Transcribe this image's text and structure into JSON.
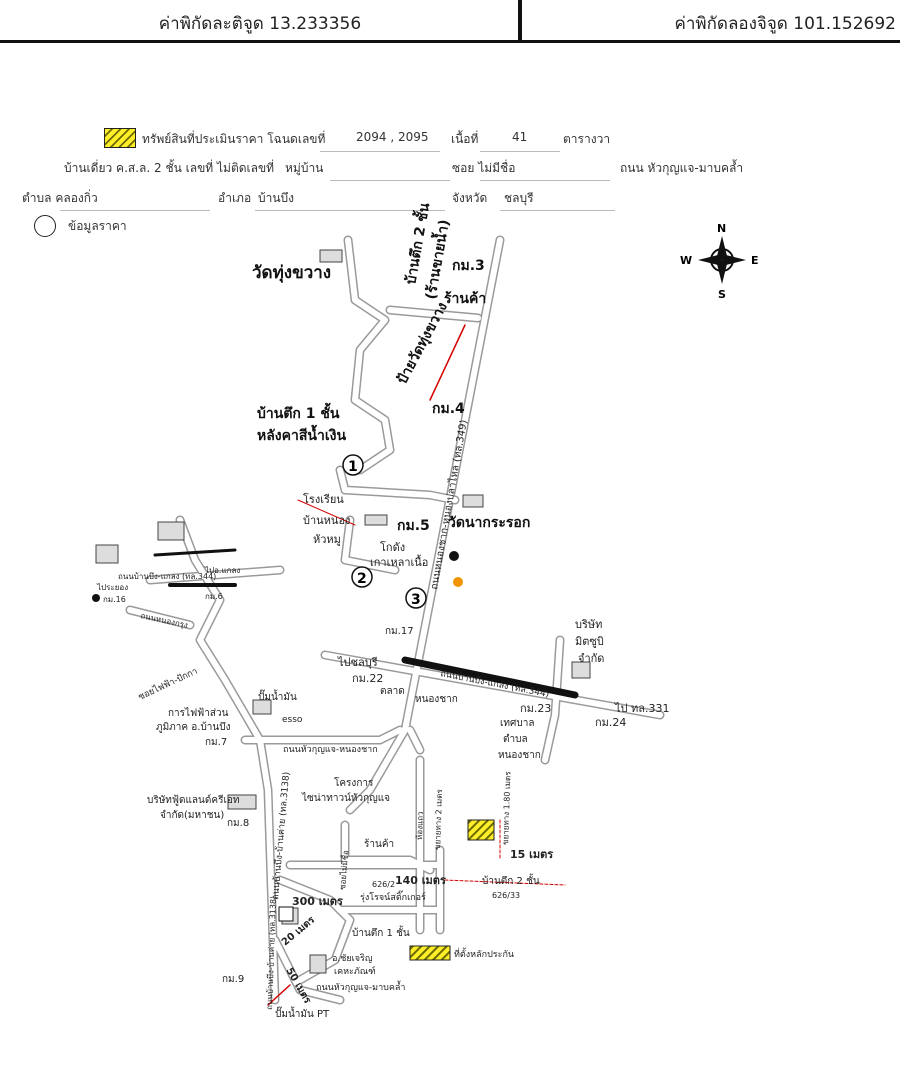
{
  "header": {
    "latitude": "ค่าพิกัดละติจูด 13.233356",
    "longitude": "ค่าพิกัดลองจิจูด 101.152692"
  },
  "form": {
    "asset_label": "ทรัพย์สินที่ประเมินราคา โฉนดเลขที่",
    "deed_numbers": "2094 , 2095",
    "area_label": "เนื้อที่",
    "area_value": "41",
    "area_unit": "ตารางวา",
    "house_desc": "บ้านเดี่ยว ค.ส.ล. 2 ชั้น เลขที่ ไม่ติดเลขที่",
    "village_label": "หมู่บ้าน",
    "soi": "ซอย ไม่มีชื่อ",
    "road": "ถนน หัวกุญแจ-มาบคล้ำ",
    "subdistrict": "ตำบล คลองกิ่ว",
    "district_label": "อำเภอ",
    "district_value": "บ้านบึง",
    "province_label": "จังหวัด",
    "province_value": "ชลบุรี",
    "price_info": "ข้อมูลราคา"
  },
  "compass": {
    "n": "N",
    "s": "S",
    "e": "E",
    "w": "W"
  },
  "map_labels": {
    "wat_thung_khwang": "วัดทุ่งขวาง",
    "house_2_floor_shop": "บ้านตึก 2 ชั้น",
    "shop_paren": "(ร้านขายน้ำ)",
    "km3": "กม.3",
    "shop": "ร้านค้า",
    "sign_wat": "ป้ายวัดทุ่งขวาง",
    "km4": "กม.4",
    "house_1_floor": "บ้านตึก 1 ชั้น",
    "blue_roof": "หลังคาสีน้ำเงิน",
    "marker1": "1",
    "road_349": "ถนนหนองชาก-หนองปลาไหล (ทล.349)",
    "school": "โรงเรียน",
    "school2": "บ้านหนอง",
    "school3": "หัวหมู",
    "wat_na_krarok": "วัดนากระรอก",
    "km5": "กม.5",
    "godown": "โกดัง",
    "godown2": "เกาเหลาเนื้อ",
    "marker2": "2",
    "marker3": "3",
    "road_344_top": "ถนนบ้านบึง-แกลง (ทล.344)",
    "to_klaeng": "ไปอ.แกลง",
    "to_rayong": "ไประยอง",
    "km16": "กม.16",
    "km6": "กม.6",
    "road_nongkrung": "ถนนหนองกรุง",
    "km17": "กม.17",
    "company": "บริษัท",
    "company2": "มิตซูบิ",
    "company3": "จำกัด",
    "to_chonburi": "ไปชลบุรี",
    "km22": "กม.22",
    "market": "ตลาด",
    "market2": "หนองชาก",
    "road_344_mid": "ถนนบ้านบึง-แกลง (ทล.344)",
    "km23": "กม.23",
    "to_331": "ไป ทล.331",
    "km24": "กม.24",
    "municipality": "เทศบาล",
    "municipality2": "ตำบล",
    "municipality3": "หนองชาก",
    "soi_electric": "ซอยไฟฟ้า-ปักกา",
    "electric_office": "การไฟฟ้าส่วน",
    "electric_office2": "ภูมิภาค อ.บ้านบึง",
    "km7": "กม.7",
    "gas_station": "ปั๊มน้ำมัน",
    "esso": "esso",
    "road_huakunjae": "ถนนหัวกุญแจ-หนองชาก",
    "project": "โครงการ",
    "project2": "ไซน่าทาวน์หัวกุญแจ",
    "company_food": "บริษัทฟู้ดแลนด์ครีเอท",
    "company_food2": "จำกัด(มหาชน)",
    "km8": "กม.8",
    "road_3138": "ถนนบ้านบึง-บ้านค่าย (ทล.3138)",
    "shop2": "ร้านค้า",
    "soi_nomane": "ซอยไม่มีชื่อ",
    "house_no": "626/2",
    "m140": "140 เมตร",
    "house_2_floor": "บ้านตึก 2 ชั้น",
    "house_no2": "626/33",
    "m15": "15 เมตร",
    "m300": "300 เมตร",
    "rungroj": "รุ่งโรจน์สติ๊กเกอร์",
    "m20": "20 เมตร",
    "house_1_floor2": "บ้านตึก 1 ชั้น",
    "collateral": "ที่ตั้งหลักประกัน",
    "km9": "กม.9",
    "m50": "50 เมตร",
    "chaicharoen": "อ.ชัยเจริญ",
    "chaicharoen2": "เคหะภัณฑ์",
    "road_huakunjae_mab": "ถนนหัวกุญแจ-มาบคล้ำ",
    "pt_station": "ปั๊มน้ำมัน PT",
    "widening": "ขยายทาง 2 เมตร",
    "widening2": "ขยายทาง 1.80 เมตร",
    "room": "ห้องแถว"
  },
  "colors": {
    "road": "#ffffff",
    "road_outline": "#9a9a9a",
    "highway_band": "#111111",
    "hatch_yellow": "#ffef2a",
    "redline": "#d40000"
  }
}
